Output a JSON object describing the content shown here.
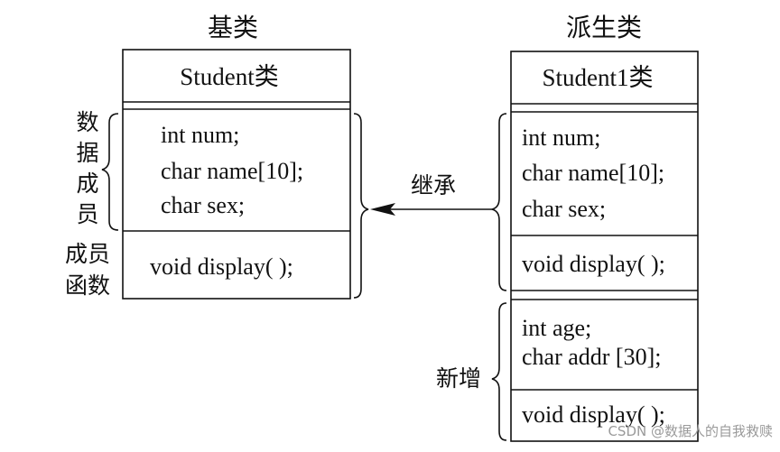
{
  "base": {
    "heading": "基类",
    "class_name": "Student类",
    "members": [
      "int num;",
      "char name[10];",
      "char sex;"
    ],
    "functions": [
      "void display( );"
    ]
  },
  "derived": {
    "heading": "派生类",
    "class_name": "Student1类",
    "members": [
      "int num;",
      "char name[10];",
      "char sex;"
    ],
    "functions": [
      "void display( );"
    ],
    "added_members": [
      "int age;",
      "char addr [30];"
    ],
    "added_functions": [
      "void display( );"
    ]
  },
  "labels": {
    "data_members": [
      "数",
      "据",
      "成",
      "员"
    ],
    "member_functions": [
      "成员",
      "函数"
    ],
    "inherit": "继承",
    "added": "新增"
  },
  "watermark": "CSDN @数据人的自我救赎"
}
